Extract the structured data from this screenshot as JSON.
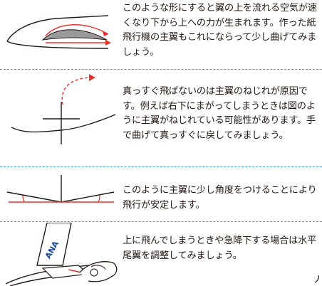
{
  "sections": [
    {
      "id": "airfoil",
      "text": "このような形にすると翼の上を流れる空気が速くなり下から上への力が生まれます。作った紙飛行機の主翼もこれにならって少し曲げてみましょう。",
      "illustration": "airfoil-with-airflow"
    },
    {
      "id": "twist",
      "text": "真っすぐ飛ばないのは主翼のねじれが原因です。例えば右下にまがってしまうときは図のように主翼がねじれている可能性があります。手で曲げて真っすぐに戻してみましょう。",
      "illustration": "twisted-wing-front-view"
    },
    {
      "id": "dihedral",
      "text": "このように主翼に少し角度をつけることにより飛行が安定します。",
      "illustration": "dihedral-angle-front-view"
    },
    {
      "id": "elevator",
      "text": "上に飛んでしまうときや急降下する場合は水平尾翼を調整してみましょう。",
      "illustration": "hand-adjusting-tail"
    }
  ],
  "tail_logo_text": "ANA",
  "colors": {
    "divider": "#3aa8dc",
    "accent_red": "#e8332a",
    "text": "#231815",
    "wing_gray": "#9a9a9a"
  }
}
